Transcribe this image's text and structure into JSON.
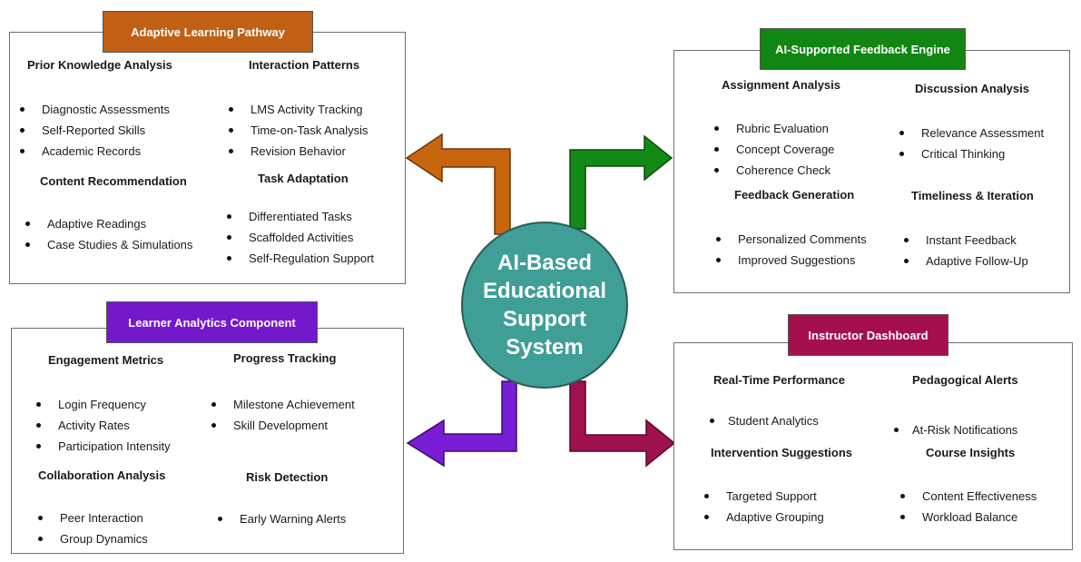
{
  "center": {
    "title_lines": [
      "AI-Based",
      "Educational",
      "Support",
      "System"
    ],
    "color": "#3f9f96"
  },
  "panels": {
    "alp": {
      "title": "Adaptive Learning Pathway",
      "color": "#c15f14",
      "sections": [
        {
          "title": "Prior Knowledge Analysis",
          "items": [
            "Diagnostic Assessments",
            "Self-Reported Skills",
            "Academic Records"
          ]
        },
        {
          "title": "Interaction Patterns",
          "items": [
            "LMS Activity Tracking",
            "Time-on-Task Analysis",
            "Revision Behavior"
          ]
        },
        {
          "title": "Content Recommendation",
          "items": [
            "Adaptive Readings",
            "Case Studies & Simulations"
          ]
        },
        {
          "title": "Task Adaptation",
          "items": [
            "Differentiated Tasks",
            "Scaffolded Activities",
            "Self-Regulation Support"
          ]
        }
      ]
    },
    "lac": {
      "title": "Learner Analytics Component",
      "color": "#7418cc",
      "sections": [
        {
          "title": "Engagement Metrics",
          "items": [
            "Login Frequency",
            "Activity Rates",
            "Participation Intensity"
          ]
        },
        {
          "title": "Progress Tracking",
          "items": [
            "Milestone Achievement",
            "Skill Development"
          ]
        },
        {
          "title": "Collaboration Analysis",
          "items": [
            "Peer Interaction",
            "Group Dynamics"
          ]
        },
        {
          "title": "Risk Detection",
          "items": [
            "Early Warning Alerts"
          ]
        }
      ]
    },
    "afe": {
      "title": "AI-Supported Feedback Engine",
      "color": "#118612",
      "sections": [
        {
          "title": "Assignment Analysis",
          "items": [
            "Rubric Evaluation",
            "Concept Coverage",
            "Coherence Check"
          ]
        },
        {
          "title": "Discussion Analysis",
          "items": [
            "Relevance Assessment",
            "Critical Thinking"
          ]
        },
        {
          "title": "Feedback Generation",
          "items": [
            "Personalized Comments",
            "Improved Suggestions"
          ]
        },
        {
          "title": "Timeliness & Iteration",
          "items": [
            "Instant Feedback",
            "Adaptive Follow-Up"
          ]
        }
      ]
    },
    "idb": {
      "title": "Instructor Dashboard",
      "color": "#a40f4e",
      "sections": [
        {
          "title": "Real-Time Performance",
          "items": [
            "Student Analytics"
          ]
        },
        {
          "title": "Pedagogical Alerts",
          "items": [
            "At-Risk Notifications"
          ]
        },
        {
          "title": "Intervention Suggestions",
          "items": [
            "Targeted Support",
            "Adaptive Grouping"
          ]
        },
        {
          "title": "Course Insights",
          "items": [
            "Content Effectiveness",
            "Workload Balance"
          ]
        }
      ]
    }
  }
}
